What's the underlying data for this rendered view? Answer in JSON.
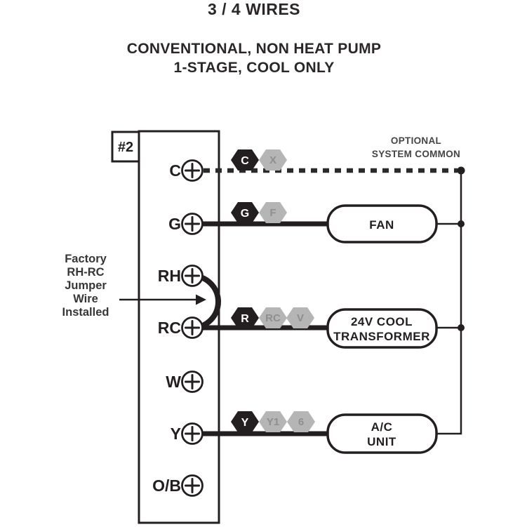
{
  "title": "3 / 4  WIRES",
  "subtitle": {
    "line1": "CONVENTIONAL, NON HEAT PUMP",
    "line2": "1-STAGE, COOL ONLY"
  },
  "terminal_strip": {
    "tag": "#2",
    "terminals": [
      {
        "label": "C"
      },
      {
        "label": "G"
      },
      {
        "label": "RH"
      },
      {
        "label": "RC"
      },
      {
        "label": "W"
      },
      {
        "label": "Y"
      },
      {
        "label": "O/B"
      }
    ]
  },
  "wire_tags": {
    "c_row": [
      {
        "label": "C",
        "style": "black"
      },
      {
        "label": "X",
        "style": "gray"
      }
    ],
    "g_row": [
      {
        "label": "G",
        "style": "black"
      },
      {
        "label": "F",
        "style": "gray"
      }
    ],
    "rc_row": [
      {
        "label": "R",
        "style": "black"
      },
      {
        "label": "RC",
        "style": "gray"
      },
      {
        "label": "V",
        "style": "gray"
      }
    ],
    "y_row": [
      {
        "label": "Y",
        "style": "black"
      },
      {
        "label": "Y1",
        "style": "gray"
      },
      {
        "label": "6",
        "style": "gray"
      }
    ]
  },
  "devices": {
    "fan": {
      "line1": "FAN"
    },
    "transformer": {
      "line1": "24V COOL",
      "line2": "TRANSFORMER"
    },
    "ac_unit": {
      "line1": "A/C",
      "line2": "UNIT"
    }
  },
  "annotations": {
    "optional_common": {
      "line1": "OPTIONAL",
      "line2": "SYSTEM COMMON"
    },
    "jumper_note": {
      "line1": "Factory",
      "line2": "RH-RC",
      "line3": "Jumper",
      "line4": "Wire",
      "line5": "Installed"
    }
  },
  "colors": {
    "wire_black": "#231f20",
    "hex_black_fill": "#231f20",
    "hex_black_text": "#ffffff",
    "hex_gray_fill": "#b5b5b5",
    "hex_gray_text": "#8f8f8f",
    "note_text": "#363636",
    "background": "#ffffff"
  }
}
